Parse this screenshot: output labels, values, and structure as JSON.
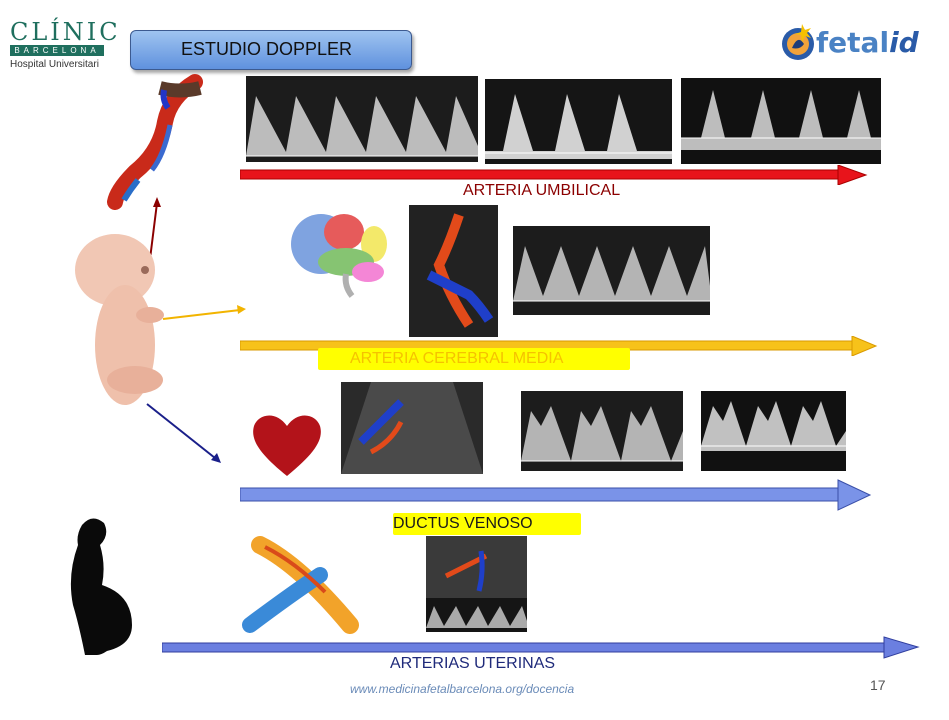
{
  "logos": {
    "clinic_name": "CLÍNIC",
    "clinic_city": "BARCELONA",
    "clinic_hospital": "Hospital Universitari",
    "fetal_prefix": "fetal",
    "fetal_suffix": "id"
  },
  "header": {
    "title": "ESTUDIO DOPPLER"
  },
  "sections": {
    "umbilical": {
      "label": "ARTERIA UMBILICAL",
      "arrow_color": "#e8141b"
    },
    "cerebral": {
      "label": "ARTERIA CEREBRAL MEDIA",
      "arrow_color": "#f7c21a"
    },
    "ductus": {
      "label": "DUCTUS VENOSO",
      "arrow_color": "#7a93e8"
    },
    "uterinas": {
      "label": "ARTERIAS UTERINAS",
      "arrow_color": "#6b7fe0"
    }
  },
  "footer": {
    "url": "www.medicinafetalbarcelona.org/docencia",
    "page_number": "17"
  },
  "icons": [
    "umbilical-cord-icon",
    "brain-icon",
    "heart-icon",
    "fetus-icon",
    "pregnant-silhouette-icon",
    "uterine-artery-icon"
  ]
}
